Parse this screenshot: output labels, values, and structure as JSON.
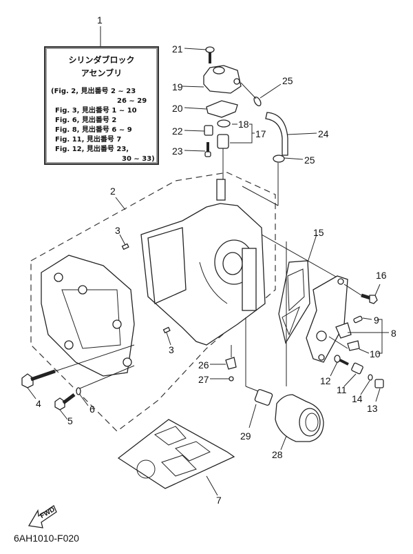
{
  "title_box": {
    "name_line1": "シリンダブロック",
    "name_line2": "アセンブリ",
    "references": [
      "(Fig. 2, 見出番号 2 ~ 23",
      "26 ~ 29",
      "Fig. 3, 見出番号 1 ~ 10",
      "Fig. 6, 見出番号 2",
      "Fig. 8, 見出番号 6 ~ 9",
      "Fig. 11, 見出番号 7",
      "Fig. 12, 見出番号 23,",
      "30 ~ 33)"
    ]
  },
  "callouts": [
    {
      "id": "c1",
      "text": "1"
    },
    {
      "id": "c2",
      "text": "2"
    },
    {
      "id": "c3a",
      "text": "3"
    },
    {
      "id": "c3b",
      "text": "3"
    },
    {
      "id": "c4",
      "text": "4"
    },
    {
      "id": "c5",
      "text": "5"
    },
    {
      "id": "c6",
      "text": "6"
    },
    {
      "id": "c7",
      "text": "7"
    },
    {
      "id": "c8",
      "text": "8"
    },
    {
      "id": "c9",
      "text": "9"
    },
    {
      "id": "c10",
      "text": "10"
    },
    {
      "id": "c11",
      "text": "11"
    },
    {
      "id": "c12",
      "text": "12"
    },
    {
      "id": "c13",
      "text": "13"
    },
    {
      "id": "c14",
      "text": "14"
    },
    {
      "id": "c15",
      "text": "15"
    },
    {
      "id": "c16",
      "text": "16"
    },
    {
      "id": "c17",
      "text": "17"
    },
    {
      "id": "c18",
      "text": "18"
    },
    {
      "id": "c19",
      "text": "19"
    },
    {
      "id": "c20",
      "text": "20"
    },
    {
      "id": "c21",
      "text": "21"
    },
    {
      "id": "c22",
      "text": "22"
    },
    {
      "id": "c23",
      "text": "23"
    },
    {
      "id": "c24",
      "text": "24"
    },
    {
      "id": "c25a",
      "text": "25"
    },
    {
      "id": "c25b",
      "text": "25"
    },
    {
      "id": "c26",
      "text": "26"
    },
    {
      "id": "c27",
      "text": "27"
    },
    {
      "id": "c28",
      "text": "28"
    },
    {
      "id": "c29",
      "text": "29"
    }
  ],
  "fwd_arrow": {
    "label": "FWD"
  },
  "diagram_code": "6AH1010-F020"
}
